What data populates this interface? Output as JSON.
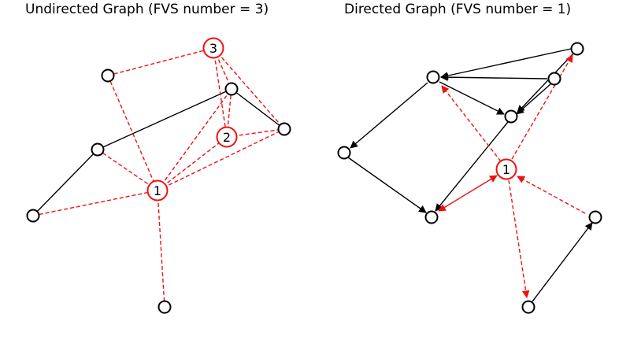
{
  "colors": {
    "normal": "#000000",
    "fvs": "#ee1111",
    "background": "#ffffff"
  },
  "left": {
    "title": "Undirected Graph (FVS number = 3)",
    "fvs_labels": [
      "3",
      "2",
      "1"
    ]
  },
  "right": {
    "title": "Directed Graph (FVS number = 1)",
    "fvs_labels": [
      "1"
    ]
  }
}
